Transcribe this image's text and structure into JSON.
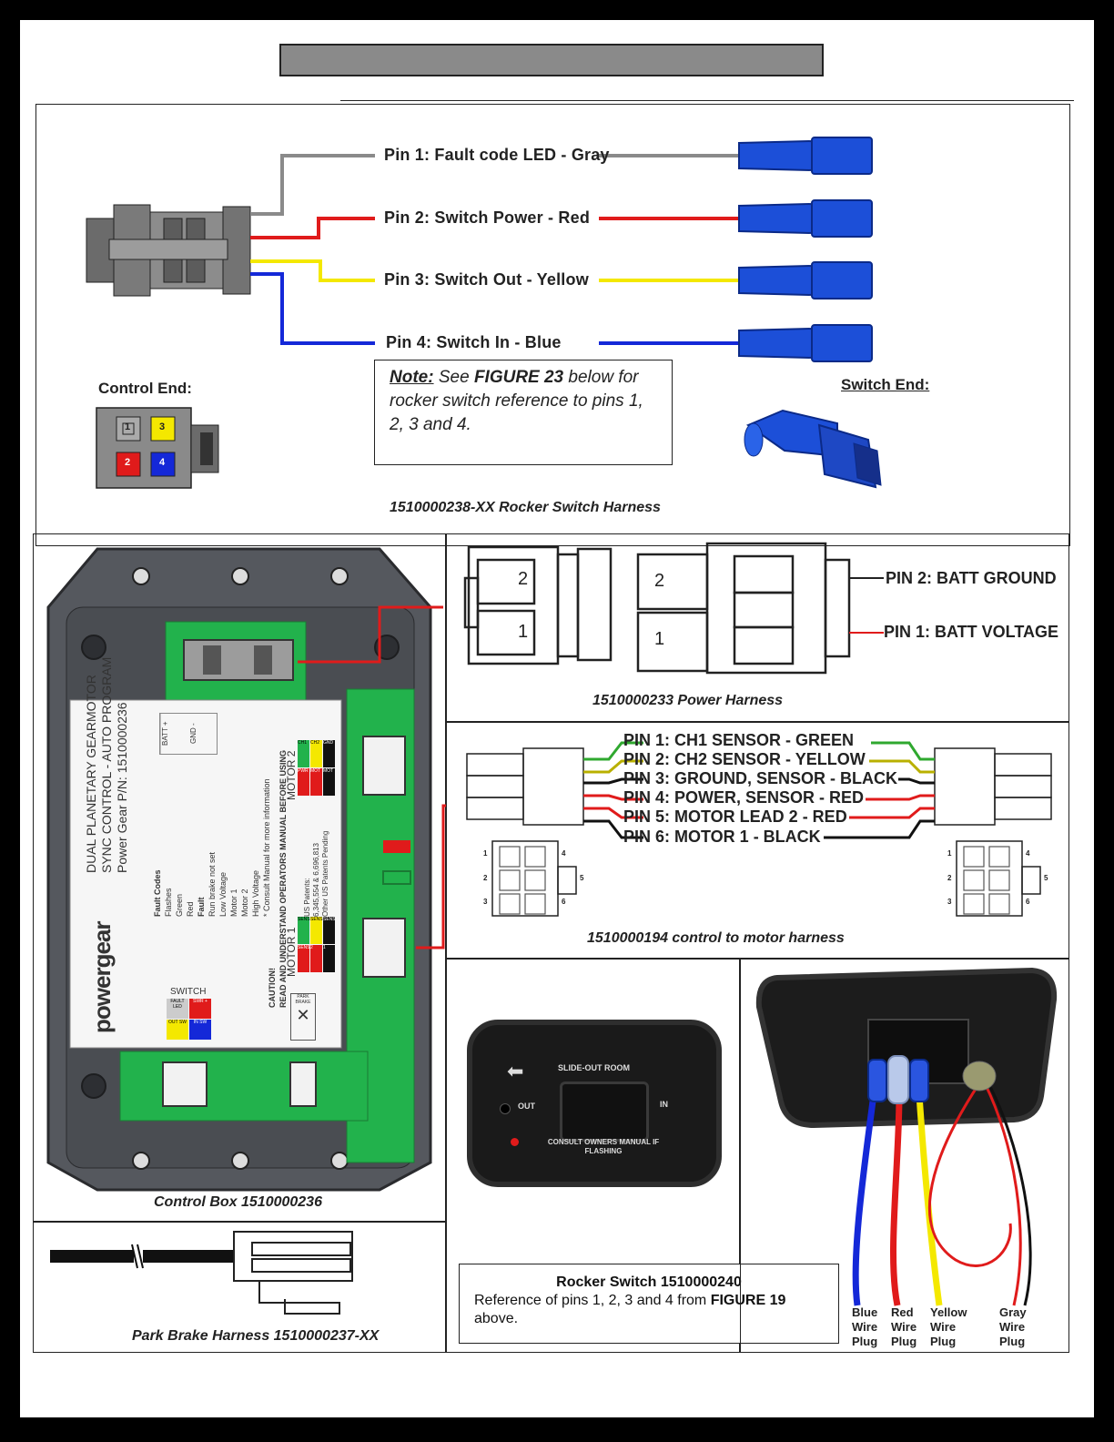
{
  "colors": {
    "gray": "#8a8a8a",
    "red": "#e01b1b",
    "yellow": "#f4e800",
    "blue": "#1428d8",
    "green": "#2fa82f",
    "dkyellow": "#b9b000",
    "black": "#111111",
    "connector_blue": "#1c4fd8",
    "pcb_green": "#22b24c"
  },
  "rocker_harness": {
    "pins": [
      {
        "label": "Pin 1: Fault code LED - Gray",
        "color": "gray"
      },
      {
        "label": "Pin 2: Switch Power - Red",
        "color": "red"
      },
      {
        "label": "Pin 3: Switch Out - Yellow",
        "color": "yellow"
      },
      {
        "label": "Pin 4: Switch In - Blue",
        "color": "blue"
      }
    ],
    "control_end": "Control End:",
    "switch_end": "Switch End:",
    "note_title": "Note:",
    "note_pre": " See ",
    "note_fig": "FIGURE 23",
    "note_rest": " below for rocker switch reference to pins 1, 2, 3 and 4.",
    "pin_numbers": [
      "1",
      "2",
      "3",
      "4"
    ],
    "caption": "1510000238-XX Rocker Switch Harness"
  },
  "power_harness": {
    "pin2": "PIN 2: BATT GROUND",
    "pin1": "PIN 1: BATT VOLTAGE",
    "num1": "1",
    "num2": "2",
    "caption": "1510000233 Power Harness"
  },
  "motor_harness": {
    "pins": [
      {
        "label": "PIN 1: CH1 SENSOR - GREEN",
        "color": "green"
      },
      {
        "label": "PIN 2: CH2 SENSOR - YELLOW",
        "color": "dkyellow"
      },
      {
        "label": "PIN 3: GROUND, SENSOR - BLACK",
        "color": "black"
      },
      {
        "label": "PIN 4: POWER, SENSOR - RED",
        "color": "red"
      },
      {
        "label": "PIN 5: MOTOR LEAD 2 - RED",
        "color": "red"
      },
      {
        "label": "PIN 6: MOTOR 1 - BLACK",
        "color": "black"
      }
    ],
    "pin_numbers": [
      "1",
      "2",
      "3",
      "4",
      "5",
      "6"
    ],
    "caption": "1510000194 control to motor harness"
  },
  "control_box": {
    "brand": "powergear",
    "title_lines": [
      "DUAL PLANETARY GEARMOTOR",
      "SYNC CONTROL - AUTO PROGRAM",
      "Power Gear P/N: 1510000236"
    ],
    "fault_codes_title": "Fault Codes",
    "flashes": "Flashes",
    "green": "Green",
    "red": "Red",
    "fault": "Fault",
    "fault_list": [
      "Run brake not set",
      "Low Voltage",
      "Motor 1",
      "Motor 2",
      "High Voltage"
    ],
    "consult": "* Consult Manual for more information",
    "caution": "CAUTION!",
    "caution_text": "READ AND UNDERSTAND OPERATORS MANUAL BEFORE USING",
    "patents": [
      "US Patents:",
      "6,345,554 & 6,696,813",
      "Other US Patents Pending"
    ],
    "motor1": "MOTOR 1",
    "motor2": "MOTOR 2",
    "switch": "SWITCH",
    "switch_cells": [
      "FAULT LED",
      "SWR +",
      "OUT SW",
      "IN SW"
    ],
    "park_brake": "PARK BRAKE",
    "batt": "BATT +",
    "gnd": "GND -",
    "motor_cells": [
      "CH1",
      "SENS",
      "CH2",
      "SENS",
      "GND",
      "SENS",
      "PWR",
      "SENS",
      "MOT",
      "2",
      "MOT",
      "1"
    ],
    "caption": "Control Box 1510000236"
  },
  "park_brake": {
    "caption": "Park Brake Harness  1510000237-XX"
  },
  "rocker_switch": {
    "plate_title": "SLIDE-OUT ROOM",
    "out": "OUT",
    "in": "IN",
    "consult": "CONSULT OWNERS MANUAL IF FLASHING",
    "ref_title": "Rocker Switch 1510000240",
    "ref_pre": "Reference of pins 1, 2, 3 and 4 from ",
    "ref_fig": "FIGURE 19",
    "ref_post": " above."
  },
  "switch_back": {
    "plugs": [
      "Blue Wire Plug",
      "Red Wire Plug",
      "Yellow Wire Plug",
      "Gray Wire Plug"
    ]
  }
}
